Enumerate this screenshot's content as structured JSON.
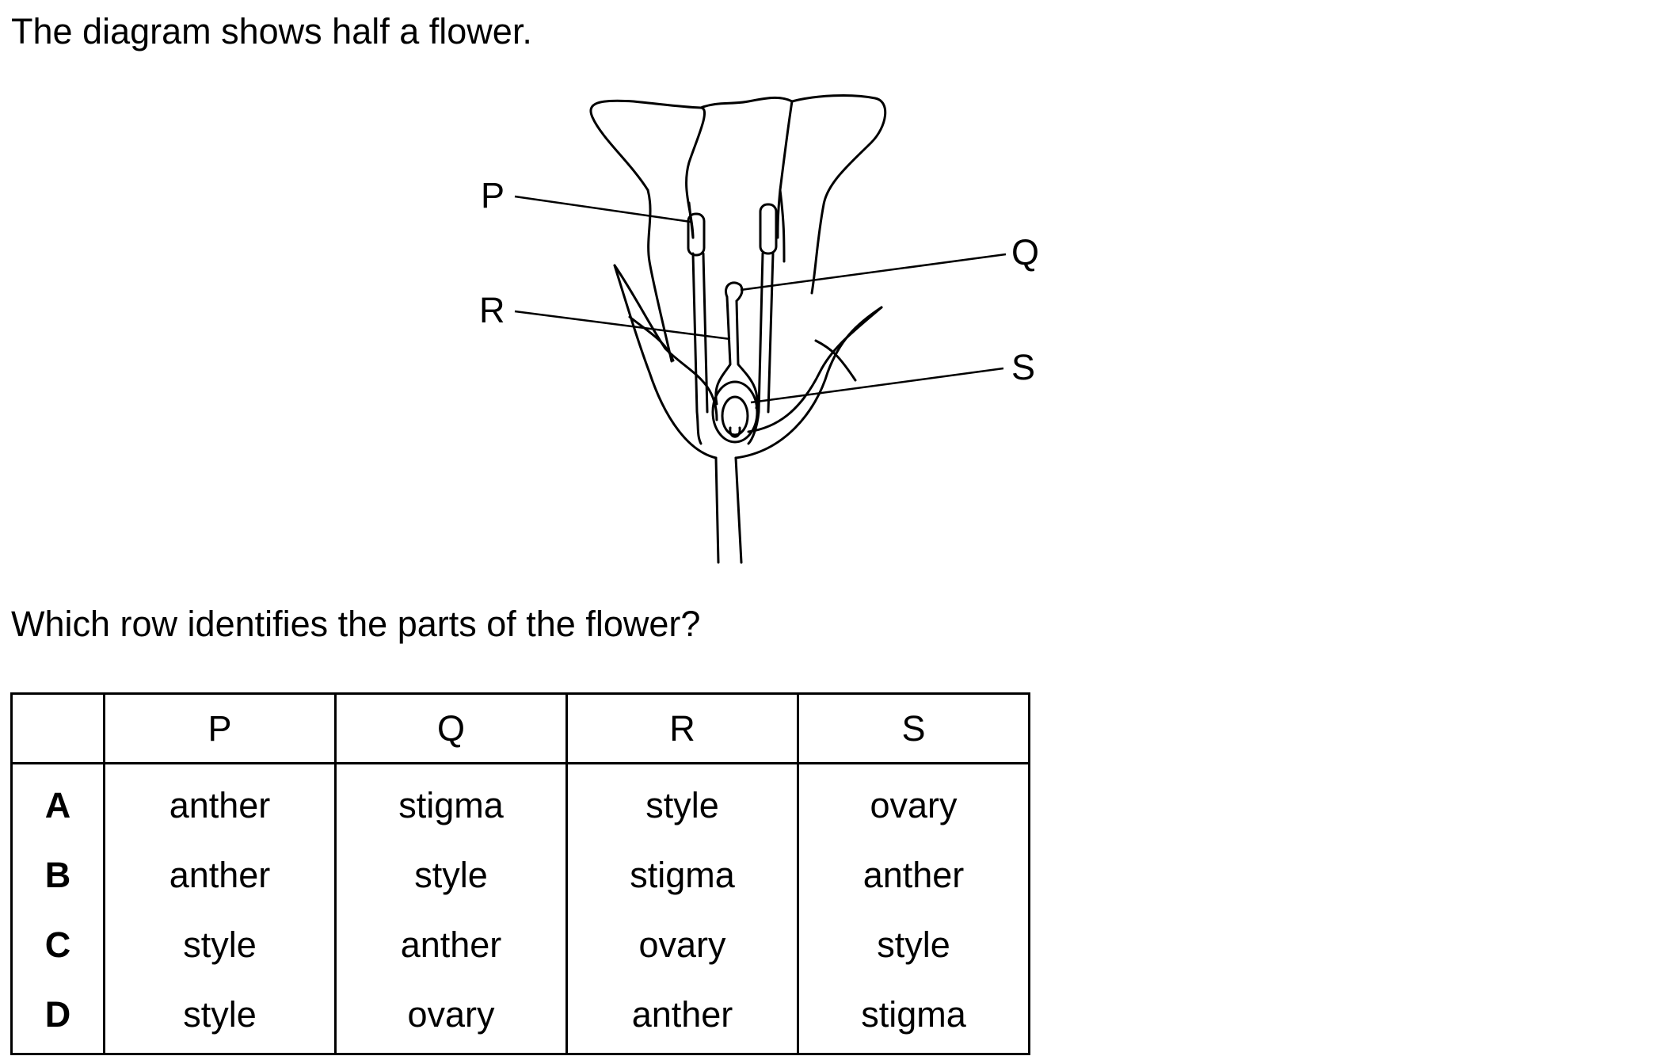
{
  "intro": "The diagram shows half a flower.",
  "question": "Which row identifies the parts of the flower?",
  "diagram": {
    "labels": {
      "p": "P",
      "q": "Q",
      "r": "R",
      "s": "S"
    }
  },
  "table": {
    "headers": [
      "",
      "P",
      "Q",
      "R",
      "S"
    ],
    "rows": [
      {
        "key": "A",
        "p": "anther",
        "q": "stigma",
        "r": "style",
        "s": "ovary"
      },
      {
        "key": "B",
        "p": "anther",
        "q": "style",
        "r": "stigma",
        "s": "anther"
      },
      {
        "key": "C",
        "p": "style",
        "q": "anther",
        "r": "ovary",
        "s": "style"
      },
      {
        "key": "D",
        "p": "style",
        "q": "ovary",
        "r": "anther",
        "s": "stigma"
      }
    ]
  }
}
